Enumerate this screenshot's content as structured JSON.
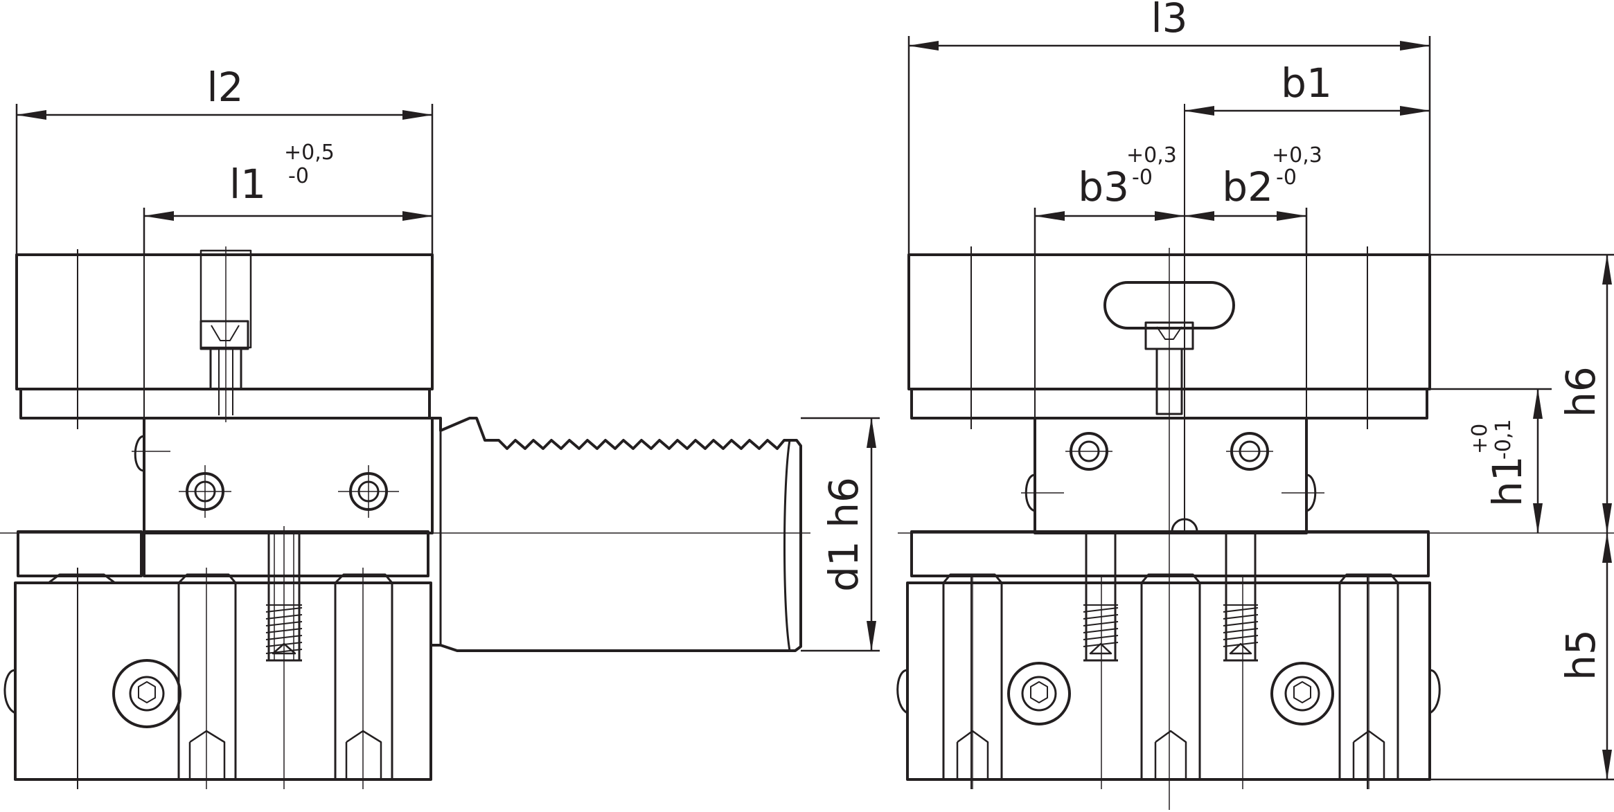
{
  "labels": {
    "l2": "l2",
    "l1": "l1",
    "l1_tol_upper": "+0,5",
    "l1_tol_lower": "-0",
    "l3": "l3",
    "b1": "b1",
    "b3": "b3",
    "b3_tol_upper": "+0,3",
    "b3_tol_lower": "-0",
    "b2": "b2",
    "b2_tol_upper": "+0,3",
    "b2_tol_lower": "-0",
    "d1h6": "d1 h6",
    "h6": "h6",
    "h1": "h1",
    "h1_tol_upper": "+0",
    "h1_tol_lower": "-0,1",
    "h5": "h5"
  },
  "colors": {
    "line": "#231f20",
    "background": "#ffffff"
  }
}
